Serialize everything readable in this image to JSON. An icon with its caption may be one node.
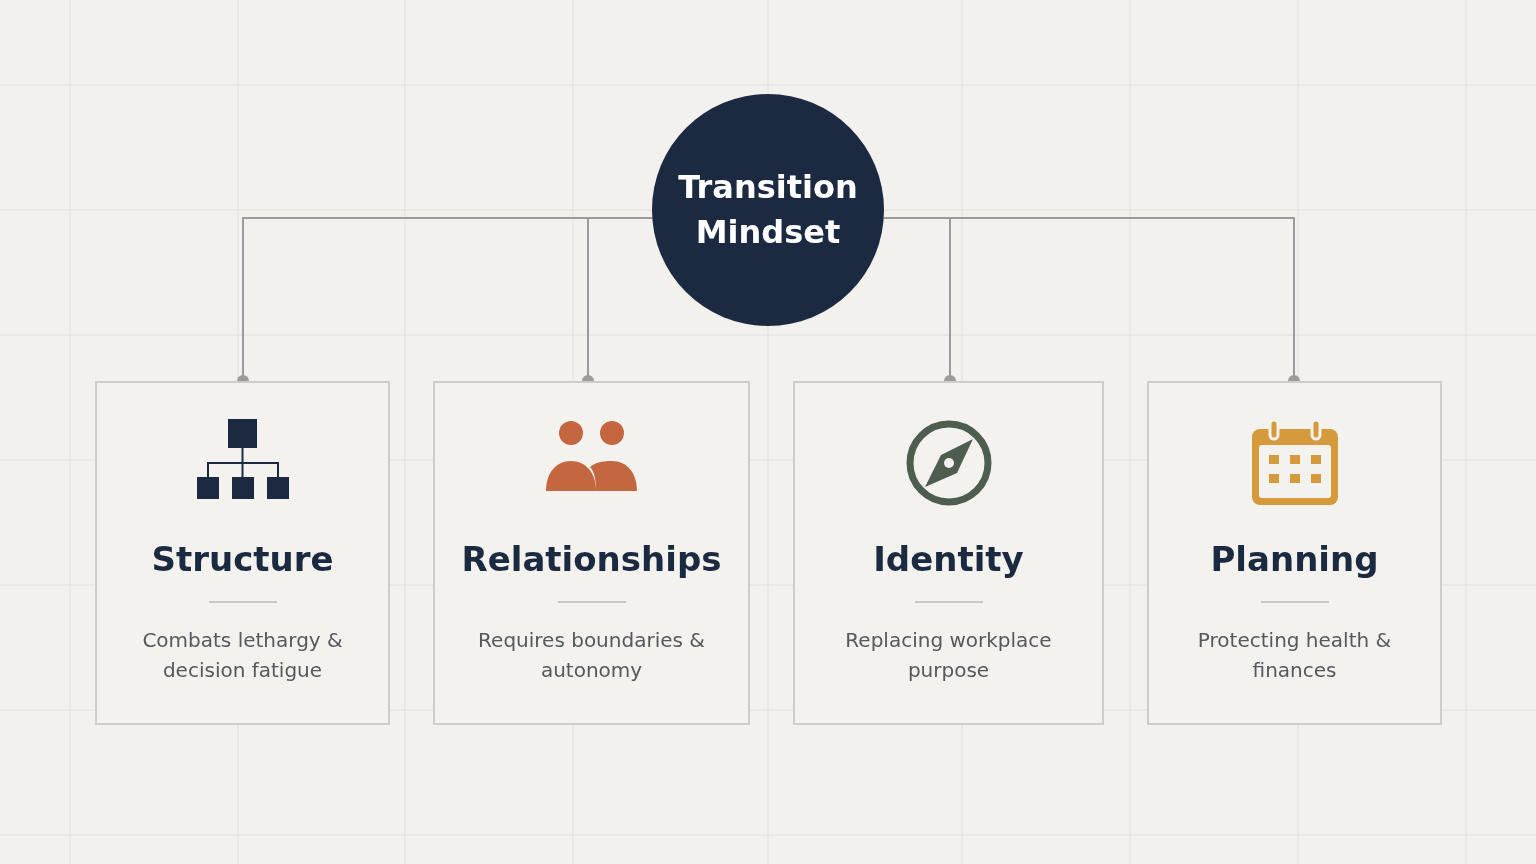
{
  "diagram": {
    "nodes": [
      {
        "text": [
          "Transition Mindset"
        ]
      },
      {
        "text": [
          "Structure",
          "Combats lethargy & decision fatigue"
        ]
      },
      {
        "text": [
          "Relationships",
          "Requires boundaries & autonomy"
        ]
      },
      {
        "text": [
          "Identity",
          "Replacing workplace purpose"
        ]
      },
      {
        "text": [
          "Planning",
          "Protecting health & finances"
        ]
      }
    ],
    "edges": [
      {
        "from": 0,
        "to": 1,
        "arrow": "other"
      },
      {
        "from": 0,
        "to": 2,
        "arrow": "other"
      },
      {
        "from": 0,
        "to": 3,
        "arrow": "other"
      },
      {
        "from": 0,
        "to": 4,
        "arrow": "other"
      }
    ]
  }
}
